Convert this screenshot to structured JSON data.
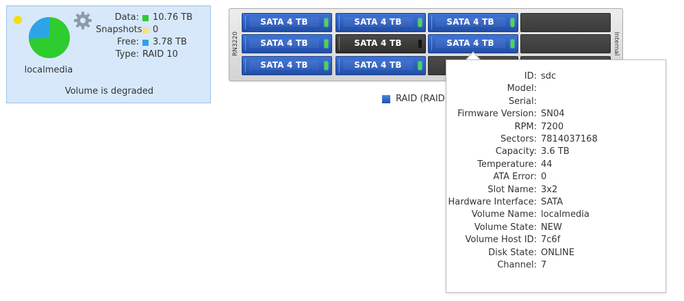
{
  "volume": {
    "name": "localmedia",
    "state": "Volume is degraded",
    "status_color": "#f3dd0f",
    "pie": {
      "data_tb": 10.76,
      "snapshots_tb": 0,
      "free_tb": 3.78
    },
    "stats": [
      {
        "label": "Data:",
        "value": "10.76 TB",
        "color": "#2ecc2e"
      },
      {
        "label": "Snapshots:",
        "value": "0",
        "color": "#f7e08c"
      },
      {
        "label": "Free:",
        "value": "3.78 TB",
        "color": "#2ea4e8"
      },
      {
        "label": "Type:",
        "value": "RAID 10",
        "color": ""
      }
    ]
  },
  "chassis": {
    "model": "RN3220",
    "right_label": "Internal",
    "bays": [
      {
        "label": "SATA 4 TB",
        "kind": "blue",
        "led": "green"
      },
      {
        "label": "SATA 4 TB",
        "kind": "blue",
        "led": "green"
      },
      {
        "label": "SATA 4 TB",
        "kind": "blue",
        "led": "green"
      },
      {
        "label": "",
        "kind": "empty",
        "led": ""
      },
      {
        "label": "SATA 4 TB",
        "kind": "blue",
        "led": "green"
      },
      {
        "label": "SATA 4 TB",
        "kind": "grey",
        "led": "off"
      },
      {
        "label": "SATA 4 TB",
        "kind": "blue",
        "led": "green"
      },
      {
        "label": "",
        "kind": "empty",
        "led": ""
      },
      {
        "label": "SATA 4 TB",
        "kind": "blue",
        "led": "green"
      },
      {
        "label": "SATA 4 TB",
        "kind": "blue",
        "led": "green"
      },
      {
        "label": "",
        "kind": "empty",
        "led": ""
      },
      {
        "label": "",
        "kind": "empty",
        "led": ""
      }
    ]
  },
  "legend": {
    "label": "RAID (RAID 1"
  },
  "tooltip": {
    "rows": [
      {
        "key": "ID:",
        "value": "sdc"
      },
      {
        "key": "Model:",
        "value": ""
      },
      {
        "key": "Serial:",
        "value": ""
      },
      {
        "key": "Firmware Version:",
        "value": "SN04"
      },
      {
        "key": "RPM:",
        "value": "7200"
      },
      {
        "key": "Sectors:",
        "value": "7814037168"
      },
      {
        "key": "Capacity:",
        "value": "3.6 TB"
      },
      {
        "key": "Temperature:",
        "value": "44"
      },
      {
        "key": "ATA Error:",
        "value": "0"
      },
      {
        "key": "Slot Name:",
        "value": "3x2"
      },
      {
        "key": "Hardware Interface:",
        "value": "SATA"
      },
      {
        "key": "Volume Name:",
        "value": "localmedia"
      },
      {
        "key": "Volume State:",
        "value": "NEW"
      },
      {
        "key": "Volume Host ID:",
        "value": "7c6f"
      },
      {
        "key": "Disk State:",
        "value": "ONLINE"
      },
      {
        "key": "Channel:",
        "value": "7"
      }
    ]
  }
}
